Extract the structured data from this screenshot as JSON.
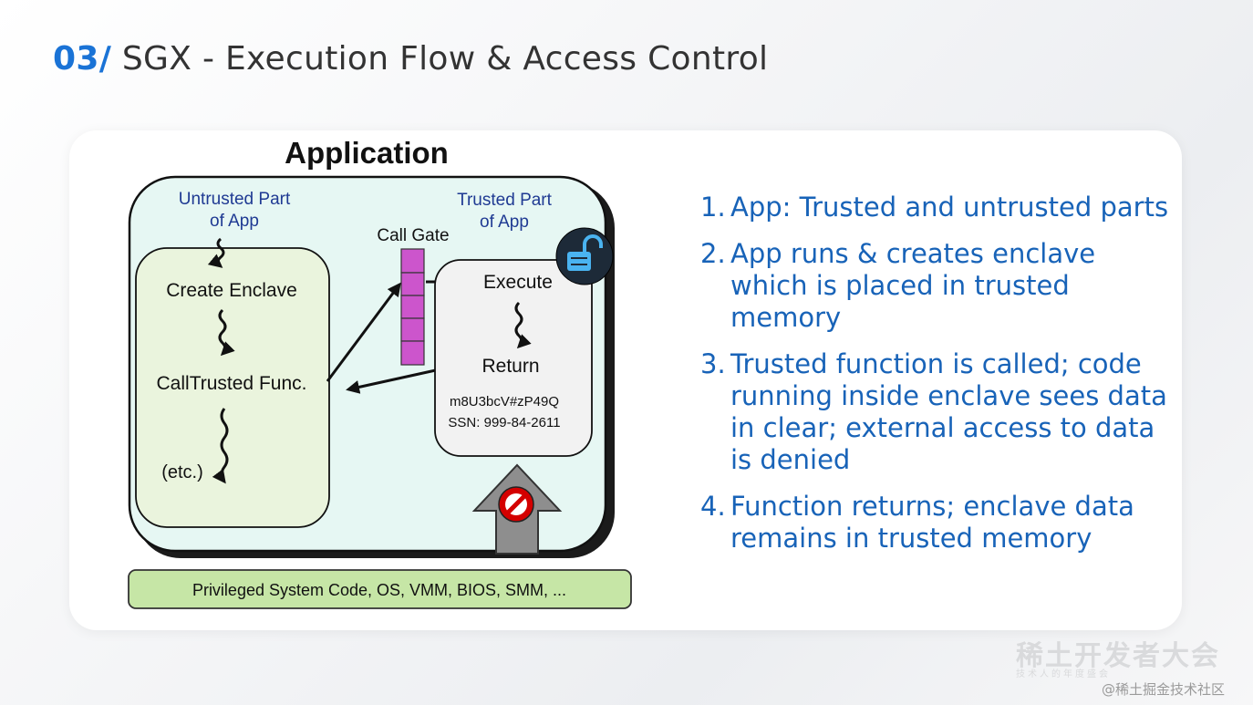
{
  "header": {
    "number": "03/",
    "title": " SGX - Execution Flow & Access Control"
  },
  "diagram": {
    "app_title": "Application",
    "untrusted_label_1": "Untrusted Part",
    "untrusted_label_2": "of App",
    "trusted_label_1": "Trusted Part",
    "trusted_label_2": "of App",
    "call_gate": "Call Gate",
    "create_enclave": "Create Enclave",
    "call_trusted": "CallTrusted Func.",
    "etc": "(etc.)",
    "execute": "Execute",
    "return": "Return",
    "secret_1": "m8U3bcV#zP49Q",
    "secret_2": "SSN: 999-84-2611",
    "privileged": "Privileged System Code, OS, VMM, BIOS, SMM, ..."
  },
  "steps": [
    {
      "num": "1.",
      "text": "App: Trusted and untrusted parts"
    },
    {
      "num": "2.",
      "text": "App runs & creates enclave which is placed in trusted memory"
    },
    {
      "num": "3.",
      "text": "Trusted function is called; code running inside enclave sees data in clear; external access to data is denied"
    },
    {
      "num": "4.",
      "text": "Function returns; enclave data remains in trusted memory"
    }
  ],
  "watermark": {
    "main": "稀土开发者大会",
    "sub": "技术人的年度盛会",
    "handle": "@稀土掘金技术社区"
  },
  "colors": {
    "accent": "#1a73d6",
    "step_text": "#1863b8",
    "app_fill": "#e6f7f3",
    "untrusted_fill": "#eaf4dd",
    "gate_fill": "#cc55cc",
    "privileged_fill": "#c6e6a6"
  }
}
